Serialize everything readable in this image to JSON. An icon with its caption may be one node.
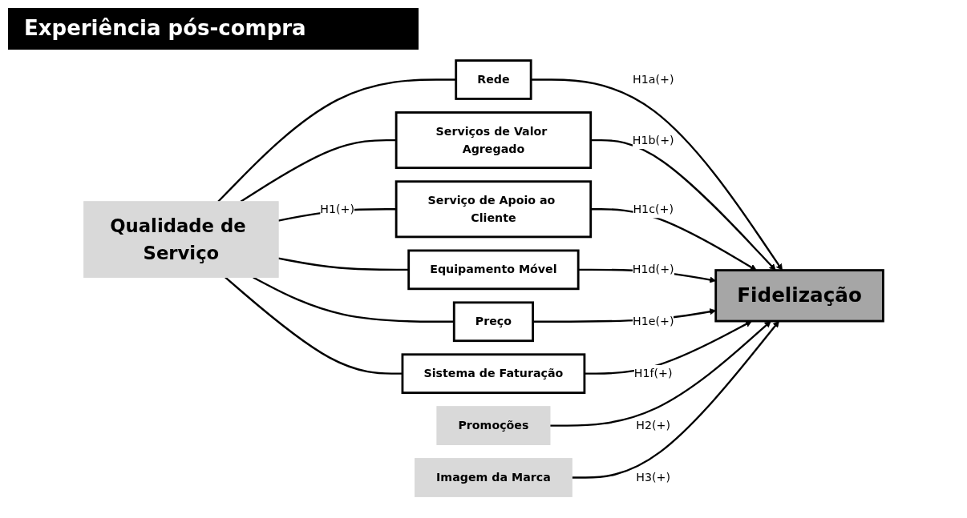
{
  "diagram": {
    "title": "Experiência pós-compra",
    "nodes": [
      {
        "text": [
          "Qualidade de Serviço"
        ]
      },
      {
        "text": [
          "Rede"
        ]
      },
      {
        "text": [
          "Serviços de Valor Agregado"
        ]
      },
      {
        "text": [
          "Serviço de Apoio ao Cliente"
        ]
      },
      {
        "text": [
          "Equipamento Móvel"
        ]
      },
      {
        "text": [
          "Preço"
        ]
      },
      {
        "text": [
          "Sistema de Faturação"
        ]
      },
      {
        "text": [
          "Fidelização"
        ]
      },
      {
        "text": [
          "Promoções"
        ]
      },
      {
        "text": [
          "Imagem da Marca"
        ]
      }
    ],
    "edges": [
      {
        "from": 0,
        "to": 1,
        "arrow": "none"
      },
      {
        "from": 0,
        "to": 2,
        "arrow": "none"
      },
      {
        "from": 0,
        "to": 3,
        "arrow": "none",
        "label": "H1(+)"
      },
      {
        "from": 0,
        "to": 4,
        "arrow": "none"
      },
      {
        "from": 0,
        "to": 5,
        "arrow": "none"
      },
      {
        "from": 0,
        "to": 6,
        "arrow": "none"
      },
      {
        "from": 1,
        "to": 7,
        "arrow": "to",
        "label": "H1a(+)"
      },
      {
        "from": 2,
        "to": 7,
        "arrow": "to",
        "label": "H1b(+)"
      },
      {
        "from": 3,
        "to": 7,
        "arrow": "to",
        "label": "H1c(+)"
      },
      {
        "from": 4,
        "to": 7,
        "arrow": "to",
        "label": "H1d(+)"
      },
      {
        "from": 5,
        "to": 7,
        "arrow": "to",
        "label": "H1e(+)"
      },
      {
        "from": 6,
        "to": 7,
        "arrow": "to",
        "label": "H1f(+)"
      },
      {
        "from": 8,
        "to": 7,
        "arrow": "to",
        "label": "H2(+)"
      },
      {
        "from": 9,
        "to": 7,
        "arrow": "to",
        "label": "H3(+)"
      }
    ]
  }
}
